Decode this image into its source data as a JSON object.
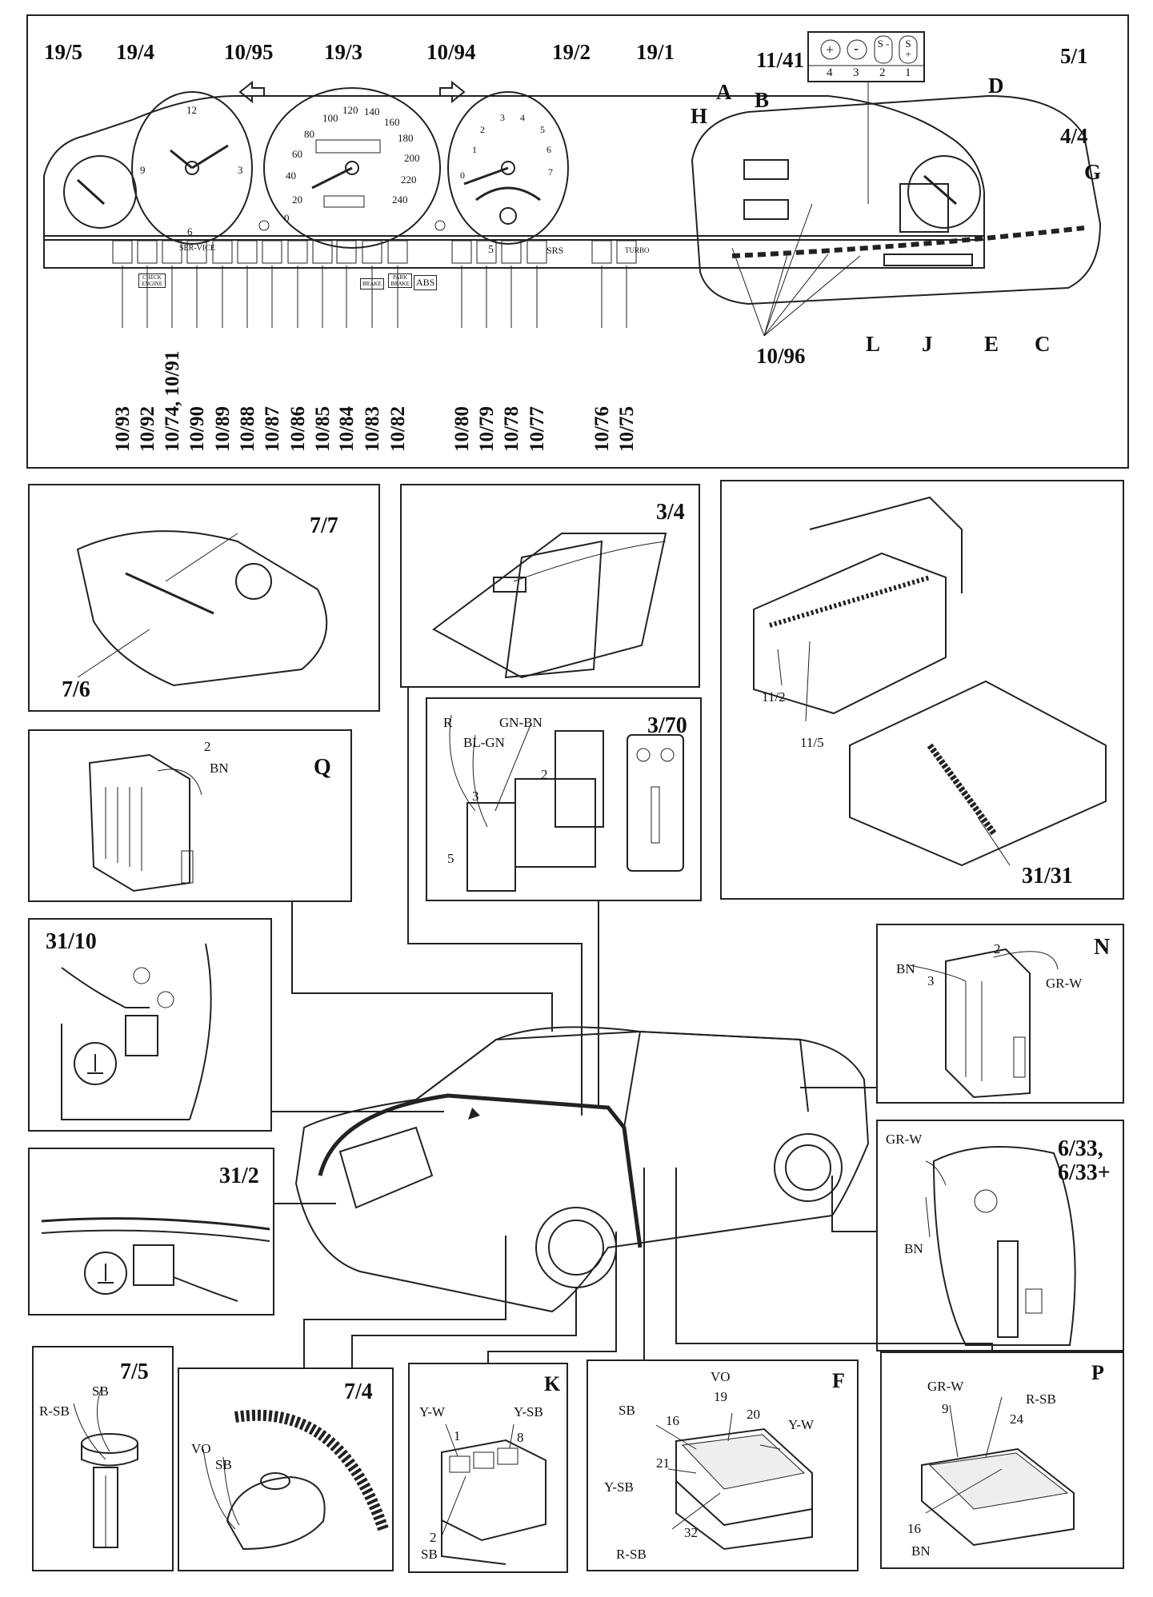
{
  "instrument": {
    "gauge_labels": [
      "19/5",
      "19/4",
      "10/95",
      "19/3",
      "10/94",
      "19/2",
      "19/1"
    ],
    "tach_ticks": [
      "1",
      "2",
      "3",
      "4",
      "5",
      "6",
      "7",
      "0"
    ],
    "speed_ticks": [
      "0",
      "20",
      "40",
      "60",
      "80",
      "100",
      "120",
      "140",
      "160",
      "180",
      "200",
      "220",
      "240"
    ],
    "clock_ticks": [
      "12",
      "3",
      "6",
      "9"
    ],
    "sub_icons": [
      "CHECK ENGINE",
      "BRAKE",
      "PARK BRAKE",
      "ABS"
    ],
    "strip_texts": {
      "service": "SER-VICE",
      "five": "5",
      "srs": "SRS",
      "abs": "ABS",
      "turbo": "TURBO"
    },
    "indicator_labels": [
      "10/93",
      "10/92",
      "10/74, 10/91",
      "10/90",
      "10/89",
      "10/88",
      "10/87",
      "10/86",
      "10/85",
      "10/84",
      "10/83",
      "10/82",
      "10/80",
      "10/79",
      "10/78",
      "10/77",
      "10/76",
      "10/75"
    ]
  },
  "cluster_rear": {
    "title": "5/1",
    "labels": {
      "c1141": "11/41",
      "a": "A",
      "b": "B",
      "h": "H",
      "d": "D",
      "g": "G",
      "c44": "4/4",
      "c1096": "10/96",
      "l": "L",
      "j": "J",
      "e": "E",
      "c": "C"
    },
    "switch_symbols": [
      "+",
      "-",
      "S -",
      "S +"
    ],
    "switch_numbers": [
      "4",
      "3",
      "2",
      "1"
    ]
  },
  "panels": {
    "p77": {
      "title": "7/7",
      "sub": "7/6"
    },
    "p34": {
      "title": "3/4"
    },
    "p1131": {
      "sub1": "11/2",
      "sub2": "11/5",
      "title": "31/31"
    },
    "pQ": {
      "title": "Q",
      "wire": "BN",
      "pin": "2"
    },
    "p370": {
      "title": "3/70",
      "r": "R",
      "gnbn": "GN-BN",
      "blgn": "BL-GN",
      "pin2": "2",
      "pin3": "3",
      "pin5": "5"
    },
    "p3110": {
      "title": "31/10"
    },
    "pN": {
      "title": "N",
      "bn": "BN",
      "grw": "GR-W",
      "pin2": "2",
      "pin3": "3"
    },
    "p312": {
      "title": "31/2"
    },
    "p633": {
      "title": "6/33,\n6/33+",
      "grw": "GR-W",
      "bn": "BN"
    },
    "p75": {
      "title": "7/5",
      "sb": "SB",
      "rsb": "R-SB"
    },
    "p74": {
      "title": "7/4",
      "vo": "VO",
      "sb": "SB"
    },
    "pK": {
      "title": "K",
      "yw": "Y-W",
      "ysb": "Y-SB",
      "sb": "SB",
      "pin1": "1",
      "pin8": "8",
      "pin2": "2"
    },
    "pF": {
      "title": "F",
      "vo": "VO",
      "sb": "SB",
      "yw": "Y-W",
      "ysb": "Y-SB",
      "rsb": "R-SB",
      "pin16": "16",
      "pin19": "19",
      "pin20": "20",
      "pin21": "21",
      "pin32": "32"
    },
    "pP": {
      "title": "P",
      "grw": "GR-W",
      "rsb": "R-SB",
      "bn": "BN",
      "pin9": "9",
      "pin24": "24",
      "pin16": "16"
    }
  }
}
